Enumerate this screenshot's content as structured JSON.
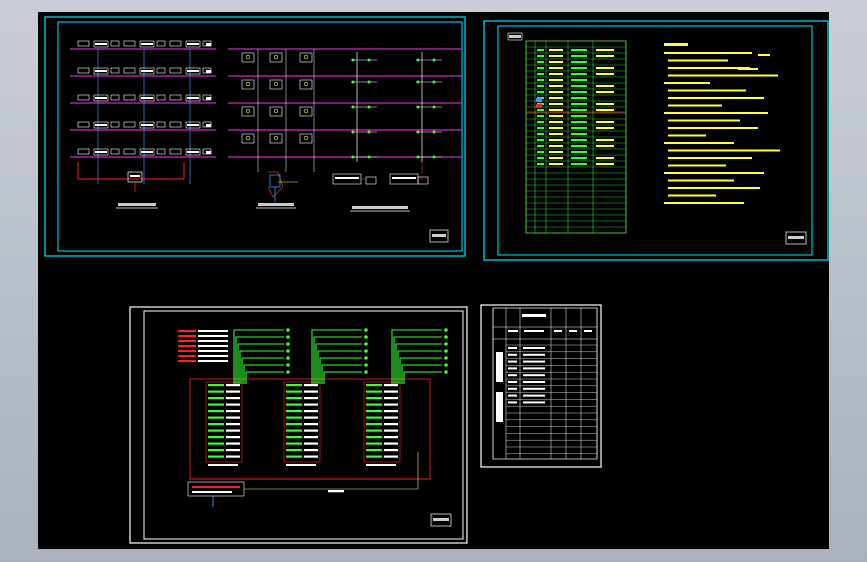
{
  "canvas": {
    "background": "#000000",
    "outer": "#b6bcc6"
  },
  "colors": {
    "frame_cyan": "#00e5ff",
    "frame_white": "#ffffff",
    "magenta": "#ff30ff",
    "green": "#33ff33",
    "red": "#ff2020",
    "yellow": "#ffff33",
    "blue": "#3399ff"
  },
  "sheets": [
    {
      "id": "sheet-system-diagrams",
      "frame": "cyan"
    },
    {
      "id": "sheet-legend-notes",
      "frame": "cyan"
    },
    {
      "id": "sheet-riser-wiring",
      "frame": "white"
    },
    {
      "id": "sheet-drawing-index",
      "frame": "white"
    }
  ]
}
